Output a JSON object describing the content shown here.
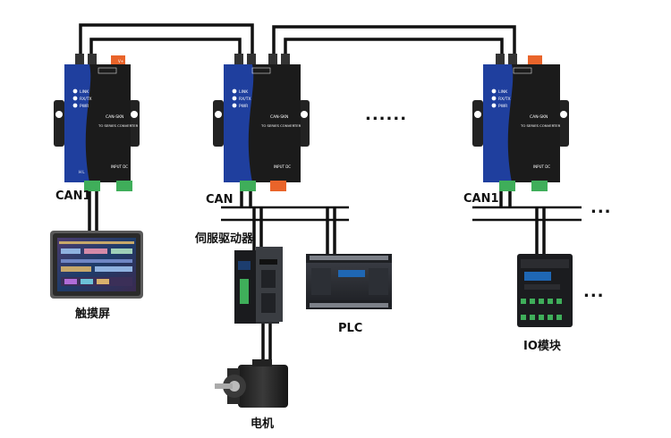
{
  "labels": {
    "can1_left": "CAN1",
    "can_middle": "CAN",
    "can1_right": "CAN1",
    "touch_screen": "触摸屏",
    "servo_driver": "伺服驱动器",
    "plc": "PLC",
    "io_module": "IO模块",
    "motor": "电机"
  },
  "ellipsis": {
    "top": "......",
    "right_bus": "...",
    "right_io": "..."
  },
  "converter": {
    "model": "CAN-SKN",
    "subtitle": "TO SERIES CONVERTER",
    "leds": [
      "LINK",
      "RX/TX",
      "PWR"
    ],
    "power_label": "INPUT DC",
    "bottom_left": "H  L",
    "top_right": "V+"
  },
  "colors": {
    "wire": "#111111",
    "converter_body": "#1b1b1b",
    "converter_panel": "#1f3f9e",
    "terminal_green": "#3fae5a",
    "terminal_orange": "#e9642a"
  }
}
